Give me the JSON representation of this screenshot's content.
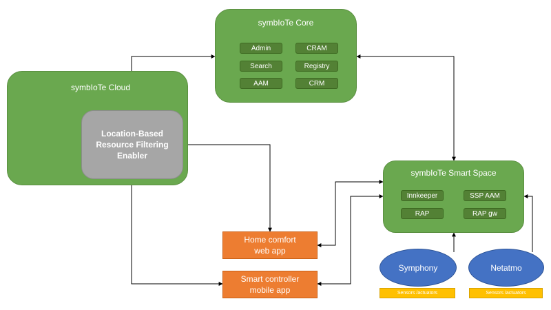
{
  "core": {
    "title": "symbIoTe Core",
    "components": [
      "Admin",
      "CRAM",
      "Search",
      "Registry",
      "AAM",
      "CRM"
    ]
  },
  "cloud": {
    "title": "symbIoTe Cloud",
    "enabler": "Location-Based\nResource Filtering\nEnabler"
  },
  "smart_space": {
    "title": "symbIoTe Smart Space",
    "components": [
      "Innkeeper",
      "SSP AAM",
      "RAP",
      "RAP gw"
    ]
  },
  "apps": {
    "home": "Home comfort\nweb app",
    "mobile": "Smart controller\nmobile app"
  },
  "devices": [
    {
      "name": "Symphony",
      "sensors": "Sensors /actuators"
    },
    {
      "name": "Netatmo",
      "sensors": "Sensors /actuators"
    }
  ],
  "colors": {
    "green": "#6aa84f",
    "dark_green": "#538135",
    "grey": "#a6a6a6",
    "orange": "#ed7d31",
    "blue": "#4472c4",
    "yellow": "#ffc000"
  }
}
